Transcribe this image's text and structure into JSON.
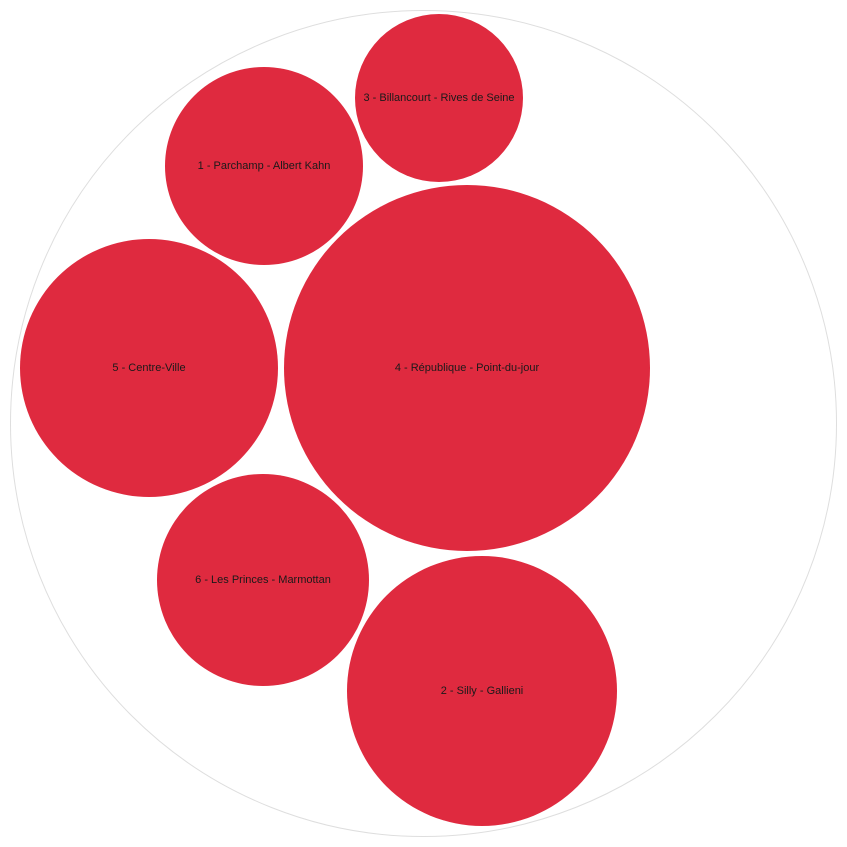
{
  "chart_data": {
    "type": "packed-bubble",
    "title": "",
    "colors": {
      "bubble": "#df2a3f",
      "outline": "#dedede",
      "label": "#1a1a1a"
    },
    "bubbles": [
      {
        "label": "1 - Parchamp - Albert Kahn"
      },
      {
        "label": "2 - Silly - Gallieni"
      },
      {
        "label": "3 - Billancourt - Rives de Seine"
      },
      {
        "label": "4 - République - Point-du-jour"
      },
      {
        "label": "5 - Centre-Ville"
      },
      {
        "label": "6 - Les Princes - Marmottan"
      }
    ]
  }
}
